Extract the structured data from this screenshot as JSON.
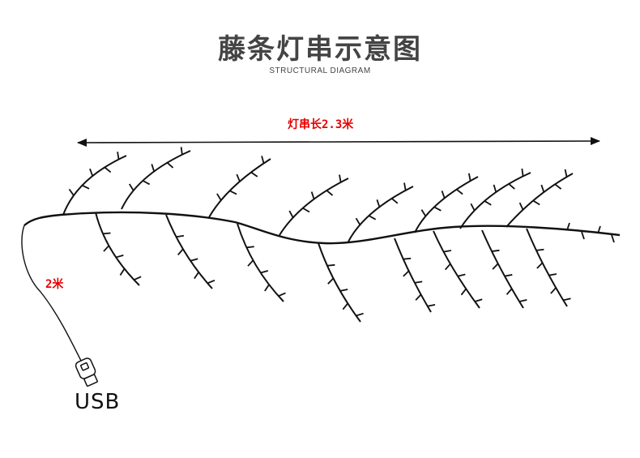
{
  "title": "藤条灯串示意图",
  "subtitle": "STRUCTURAL DIAGRAM",
  "length_label": "灯串长2.3米",
  "cable_label": "2米",
  "usb_label": "USB",
  "colors": {
    "line": "#111111",
    "label_red": "#e60000",
    "title": "#444444"
  }
}
